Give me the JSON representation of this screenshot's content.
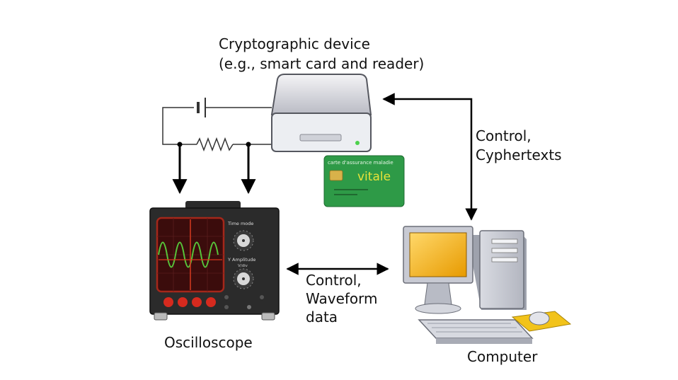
{
  "labels": {
    "device_line1": "Cryptographic device",
    "device_line2": "(e.g., smart card and reader)",
    "computer_link_line1": "Control,",
    "computer_link_line2": "Cyphertexts",
    "scope_link_line1": "Control,",
    "scope_link_line2": "Waveform",
    "scope_link_line3": "data",
    "oscilloscope": "Oscilloscope",
    "computer": "Computer"
  },
  "card": {
    "header": "carte d'assurance maladie",
    "brand": "vitale"
  },
  "scope_panel": {
    "time_label": "Time mode",
    "amp_label": "Y Amplitude",
    "amp_sub": "V/div"
  },
  "colors": {
    "card_green": "#2e9a47",
    "card_brand": "#e8e23a",
    "scope_body": "#2b2b2b",
    "scope_wave": "#57c43a",
    "scope_trace": "#d63a1e",
    "monitor_screen": "#f4b21b",
    "mousepad": "#f2c31a"
  }
}
